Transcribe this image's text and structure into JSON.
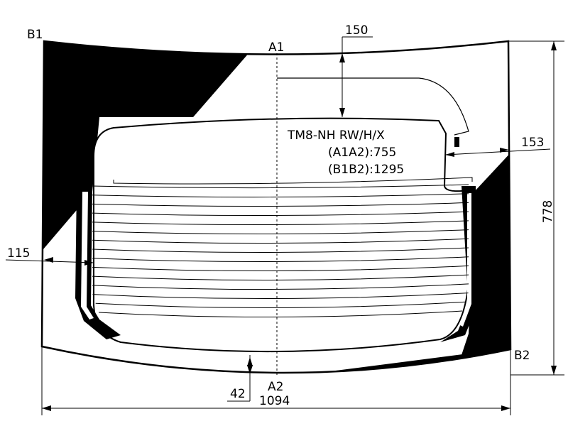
{
  "points": {
    "b1": "B1",
    "b2": "B2",
    "a1": "A1",
    "a2": "A2"
  },
  "dimensions": {
    "top_offset": "150",
    "right_offset": "153",
    "left_offset": "115",
    "bottom_offset": "42",
    "width": "1094",
    "height": "778"
  },
  "model": {
    "code": "TM8-NH RW/H/X",
    "a1a2": "(A1A2):755",
    "b1b2": "(B1B2):1295"
  },
  "heater_line_count": 15
}
